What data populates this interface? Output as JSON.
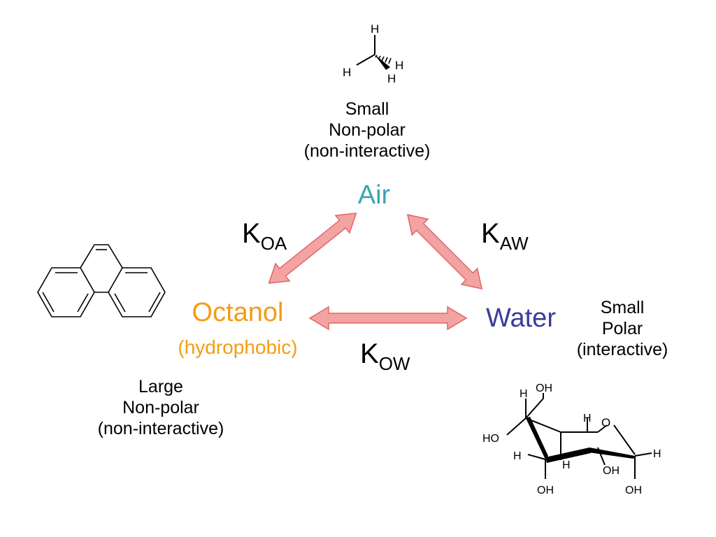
{
  "colors": {
    "air": "#3aa6b0",
    "octanol": "#f39c12",
    "water": "#3b3b9c",
    "arrow_fill": "#f4a3a3",
    "arrow_stroke": "#e06666"
  },
  "air": {
    "descriptor": [
      "Small",
      "Non-polar",
      "(non-interactive)"
    ],
    "label": "Air",
    "molecule_atoms": [
      "H",
      "H",
      "H",
      "H"
    ]
  },
  "octanol": {
    "label": "Octanol",
    "note": "(hydrophobic)",
    "descriptor": [
      "Large",
      "Non-polar",
      "(non-interactive)"
    ]
  },
  "water": {
    "label": "Water",
    "descriptor": [
      "Small",
      "Polar",
      "(interactive)"
    ]
  },
  "coefficients": {
    "koa": {
      "main": "K",
      "sub": "OA"
    },
    "kaw": {
      "main": "K",
      "sub": "AW"
    },
    "kow": {
      "main": "K",
      "sub": "OW"
    }
  },
  "sugar_atoms": {
    "h_top_left": "H",
    "oh_top": "OH",
    "h_ring_top": "H",
    "o_ring": "O",
    "ho_left": "HO",
    "h_left": "H",
    "h_mid": "H",
    "oh_mid": "OH",
    "h_right": "H",
    "oh_bottom_left": "OH",
    "oh_bottom_right": "OH"
  }
}
